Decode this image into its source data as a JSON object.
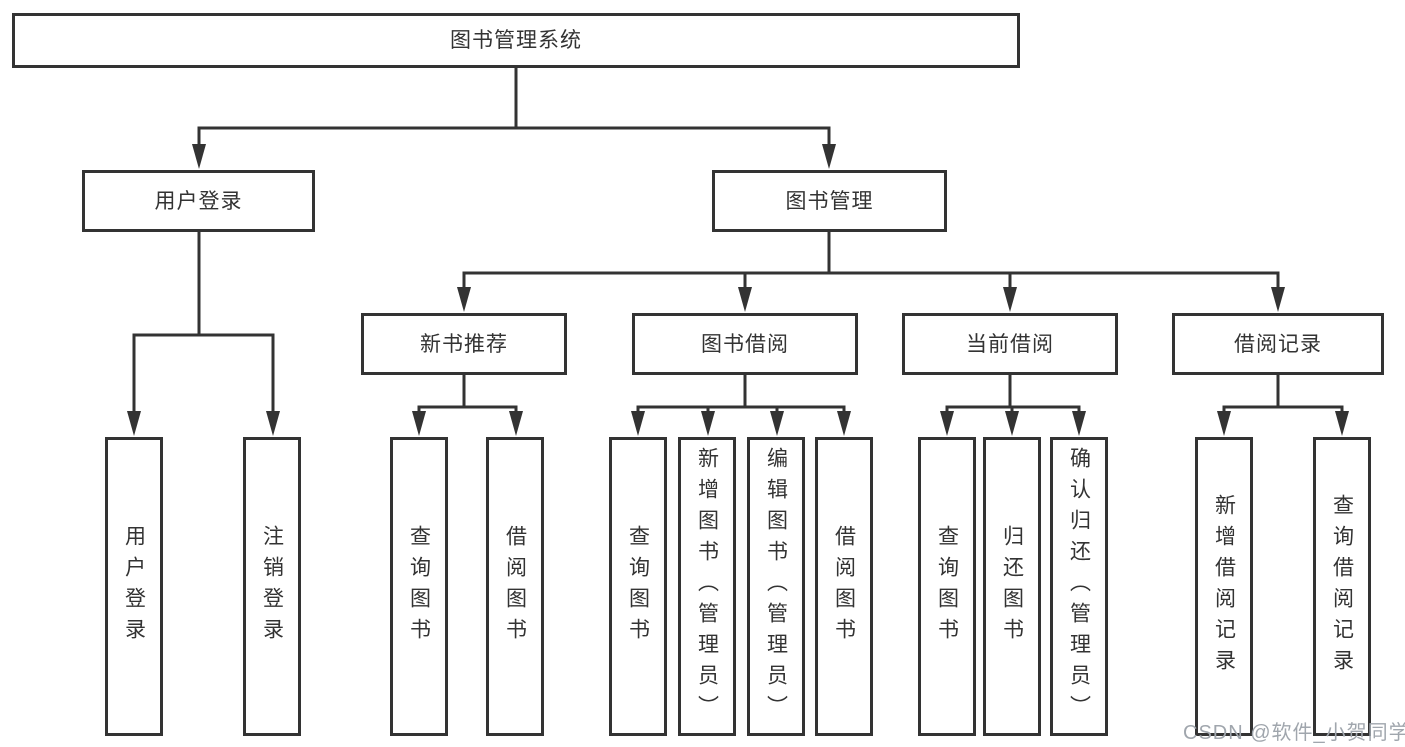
{
  "diagram_title": "图书管理系统",
  "nodes": {
    "root": "图书管理系统",
    "user_login": "用户登录",
    "book_mgmt": "图书管理",
    "new_book": "新书推荐",
    "book_borrow": "图书借阅",
    "current_borrow": "当前借阅",
    "borrow_record": "借阅记录",
    "leaf_user_login": "用户登录",
    "leaf_logout": "注销登录",
    "leaf_nb_query": "查询图书",
    "leaf_nb_borrow": "借阅图书",
    "leaf_bb_query": "查询图书",
    "leaf_bb_add": "新增图书（管理员）",
    "leaf_bb_edit": "编辑图书（管理员）",
    "leaf_bb_borrow": "借阅图书",
    "leaf_cb_query": "查询图书",
    "leaf_cb_return": "归还图书",
    "leaf_cb_confirm": "确认归还（管理员）",
    "leaf_br_add": "新增借阅记录",
    "leaf_br_query": "查询借阅记录"
  },
  "watermark": "CSDN @软件_小贺同学",
  "colors": {
    "line": "#333333",
    "text": "#333333",
    "background": "#ffffff",
    "watermark": "#a0a6ad"
  }
}
